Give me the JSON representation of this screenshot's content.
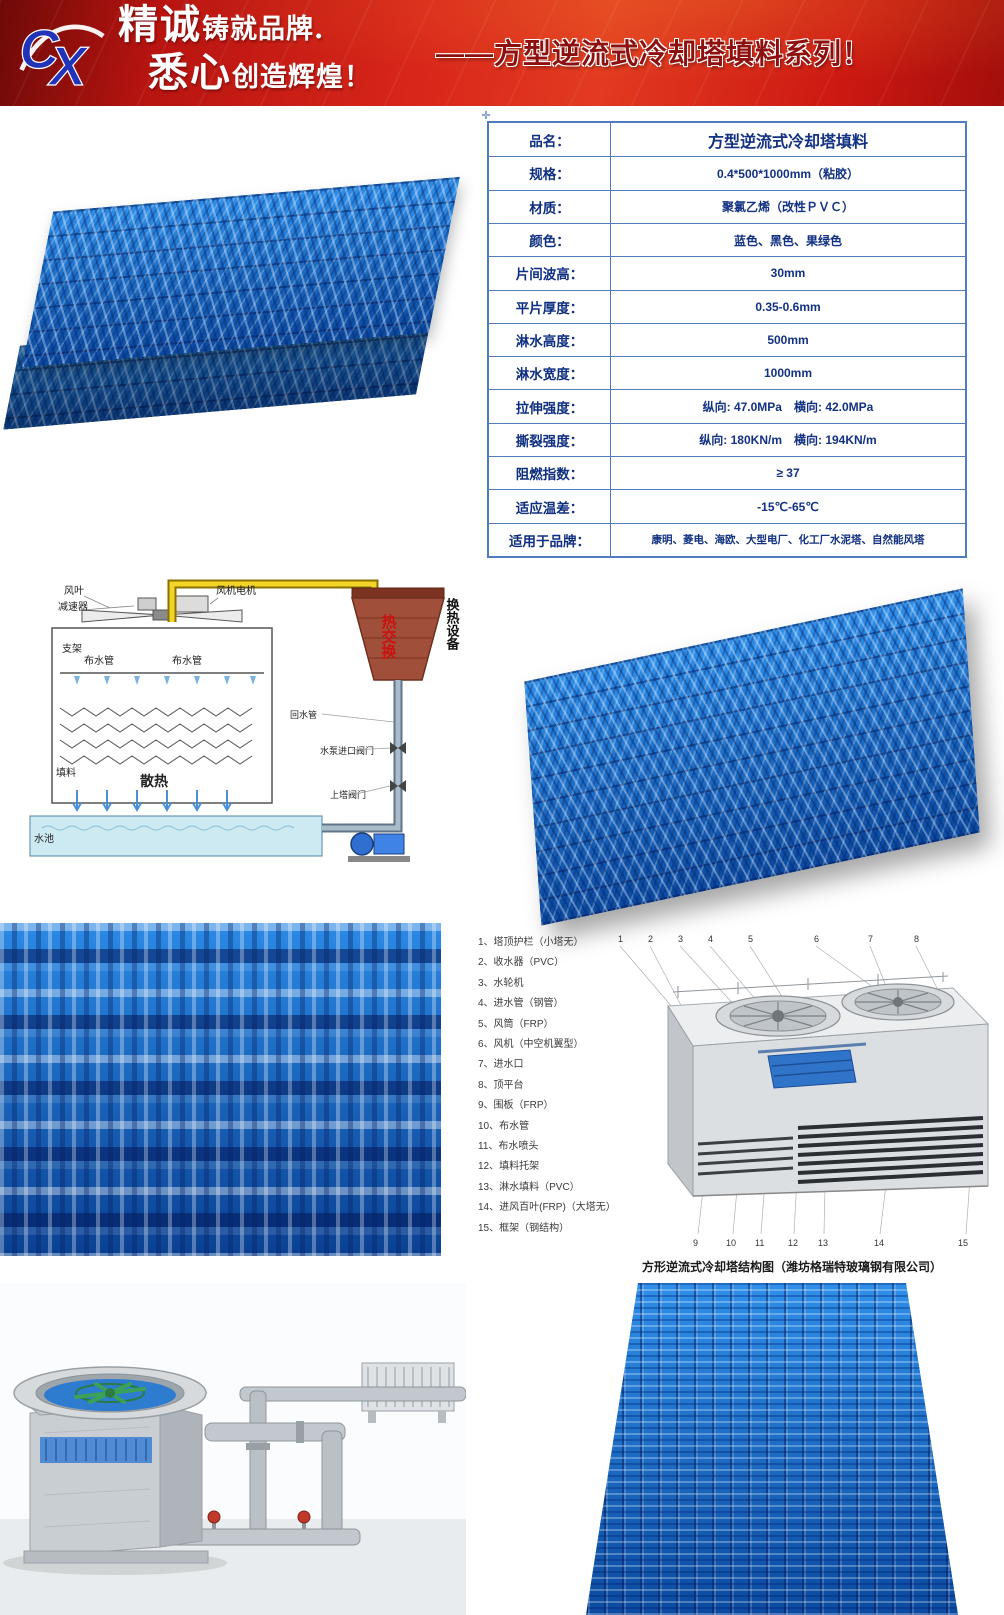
{
  "banner": {
    "logo_c": "C",
    "logo_x": "X",
    "slogan1_big": "精诚",
    "slogan1_rest": "铸就品牌.",
    "slogan2_big": "悉心",
    "slogan2_rest": "创造辉煌！",
    "series_title": "——方型逆流式冷却塔填料系列！",
    "anchor_glyph": "✛"
  },
  "colors": {
    "banner_red": "#d8261a",
    "table_border": "#4f7bbf",
    "table_text": "#123183",
    "fill_blue": "#1465c0",
    "title_red": "#8d100f"
  },
  "spec_table": {
    "rows": [
      {
        "label": "品名：",
        "value": "方型逆流式冷却塔填料"
      },
      {
        "label": "规格：",
        "value": "0.4*500*1000mm（粘胶）"
      },
      {
        "label": "材质：",
        "value": "聚氯乙烯（改性ＰＶＣ）"
      },
      {
        "label": "颜色：",
        "value": "蓝色、黑色、果绿色"
      },
      {
        "label": "片间波高：",
        "value": "30mm"
      },
      {
        "label": "平片厚度：",
        "value": "0.35-0.6mm"
      },
      {
        "label": "淋水高度：",
        "value": "500mm"
      },
      {
        "label": "淋水宽度：",
        "value": "1000mm"
      },
      {
        "label": "拉伸强度：",
        "value": "纵向: 47.0MPa　横向: 42.0MPa"
      },
      {
        "label": "撕裂强度：",
        "value": "纵向: 180KN/m　横向: 194KN/m"
      },
      {
        "label": "阻燃指数：",
        "value": "≥ 37"
      },
      {
        "label": "适应温差：",
        "value": "-15℃-65℃"
      },
      {
        "label": "适用于品牌：",
        "value": "康明、菱电、海欧、大型电厂、化工厂水泥塔、自然能风塔"
      }
    ]
  },
  "schematic": {
    "labels": {
      "fan_blade": "风叶",
      "reducer": "减速器",
      "fan_motor": "风机电机",
      "bracket": "支架",
      "spray_pipe": "布水管",
      "fill": "填料",
      "heat": "散热",
      "pool": "水池",
      "return_pipe": "回水管",
      "pump_inlet_valve": "水泵进口阀门",
      "tower_valve": "上塔阀门",
      "heat_exchange": "热交换",
      "heat_device": "换热设备"
    }
  },
  "structure_diagram": {
    "parts": [
      "1、塔顶护栏（小塔无）",
      "2、收水器（PVC）",
      "3、水轮机",
      "4、进水管（钢管）",
      "5、风筒（FRP）",
      "6、风机（中空机翼型）",
      "7、进水口",
      "8、顶平台",
      "9、围板（FRP）",
      "10、布水管",
      "11、布水喷头",
      "12、填料托架",
      "13、淋水填料（PVC）",
      "14、进风百叶(FRP)（大塔无）",
      "15、框架（钢结构）"
    ],
    "top_numbers": [
      "1",
      "2",
      "3",
      "4",
      "5",
      "6",
      "7",
      "8"
    ],
    "bottom_numbers": [
      "9",
      "10",
      "11",
      "12",
      "13",
      "14",
      "15"
    ],
    "caption": "方形逆流式冷却塔结构图（潍坊格瑞特玻璃钢有限公司）"
  }
}
